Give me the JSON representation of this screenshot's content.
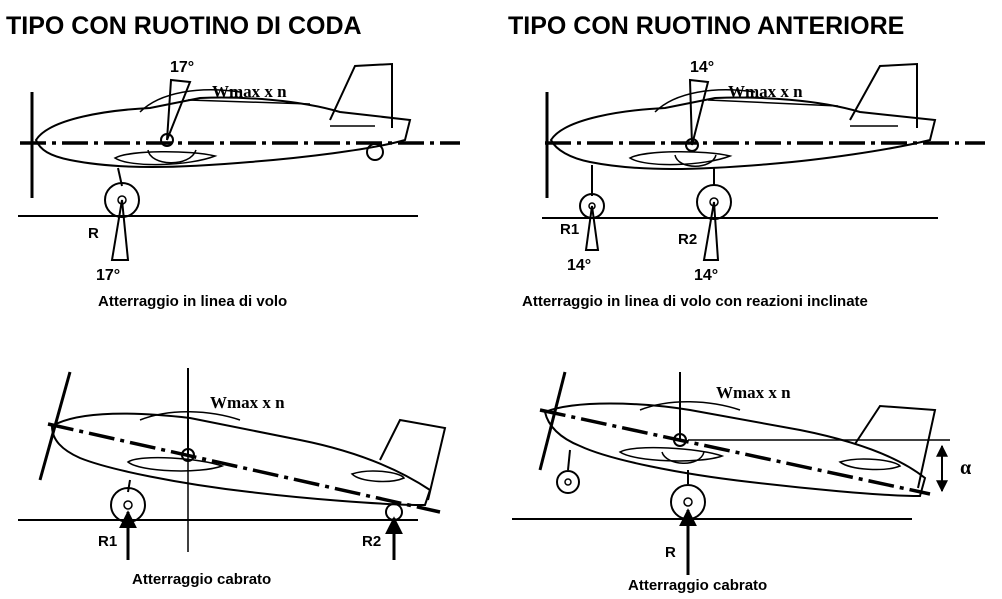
{
  "titles": {
    "tail": "TIPO CON RUOTINO DI CODA",
    "nose": "TIPO CON RUOTINO ANTERIORE"
  },
  "panels": {
    "tl": {
      "caption": "Atterraggio in linea di volo",
      "weight": "Wmax x n",
      "angle_top": "17°",
      "angle_bottom": "17°",
      "reaction": "R"
    },
    "tr": {
      "caption": "Atterraggio in linea di volo con reazioni inclinate",
      "weight": "Wmax x n",
      "angle_top": "14°",
      "angle_r1": "14°",
      "angle_r2": "14°",
      "reaction1": "R1",
      "reaction2": "R2"
    },
    "bl": {
      "caption": "Atterraggio cabrato",
      "weight": "Wmax x n",
      "reaction1": "R1",
      "reaction2": "R2"
    },
    "br": {
      "caption": "Atterraggio cabrato",
      "weight": "Wmax x n",
      "reaction": "R",
      "alpha": "α"
    }
  }
}
